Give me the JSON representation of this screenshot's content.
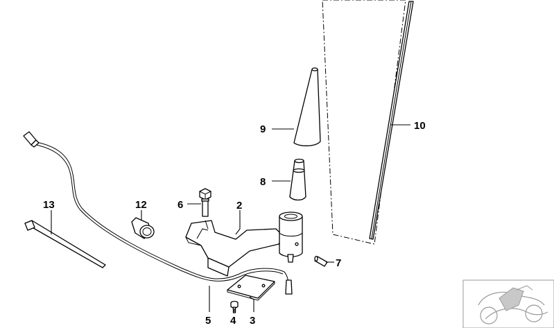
{
  "callouts": {
    "c2": "2",
    "c3": "3",
    "c4": "4",
    "c5": "5",
    "c6": "6",
    "c7": "7",
    "c8": "8",
    "c9": "9",
    "c10": "10",
    "c12": "12",
    "c13": "13"
  },
  "colors": {
    "line": "#000000",
    "background": "#ffffff",
    "shade": "#c8c8c8",
    "thumbnail": "#9a9a9a"
  }
}
